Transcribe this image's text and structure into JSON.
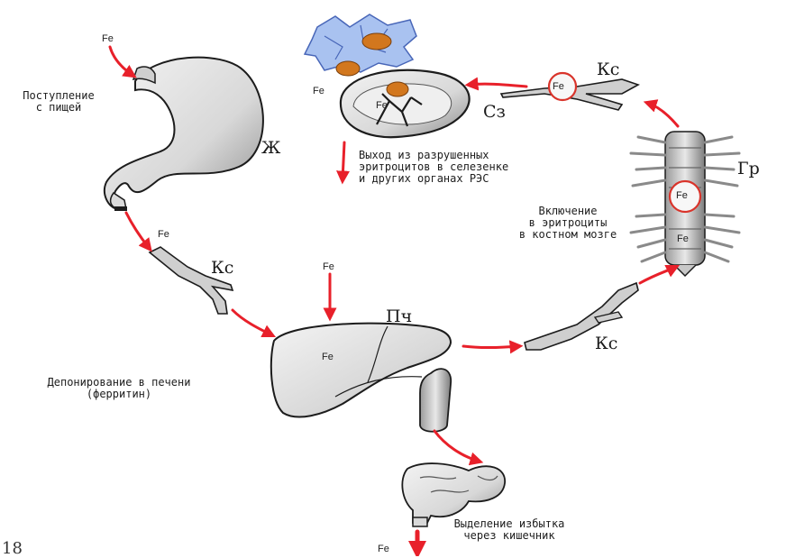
{
  "colors": {
    "arrow": "#e8202a",
    "organ_fill": "#e9e9e9",
    "organ_shade": "#9d9d9d",
    "outline": "#1c1c1c",
    "rbc_blue": "#6f8fd8",
    "rbc_orange": "#d2771e",
    "marrow_ring": "#d9342b"
  },
  "element_symbol": "Fe",
  "organ_labels": {
    "stomach": "Ж",
    "spleen": "Сз",
    "bone": "Гр",
    "liver": "Пч"
  },
  "vessel_label": "Кс",
  "captions": {
    "intake": [
      "Поступление",
      "с пищей"
    ],
    "spleen_release": [
      "Выход из разрушенных",
      "эритроцитов в селезенке",
      "и других органах РЭС"
    ],
    "marrow_inclusion": [
      "Включение",
      "в эритроциты",
      "в костном мозге"
    ],
    "liver_storage": [
      "Депонирование в печени",
      "(ферритин)"
    ],
    "excretion": [
      "Выделение избытка",
      "через кишечник"
    ]
  },
  "page_number_fragment": "18",
  "icons": [
    "stomach-icon",
    "spleen-icon",
    "erythrocytes-icon",
    "vertebral-column-icon",
    "liver-icon",
    "gallbladder-icon",
    "intestine-icon",
    "blood-vessel-icon"
  ]
}
